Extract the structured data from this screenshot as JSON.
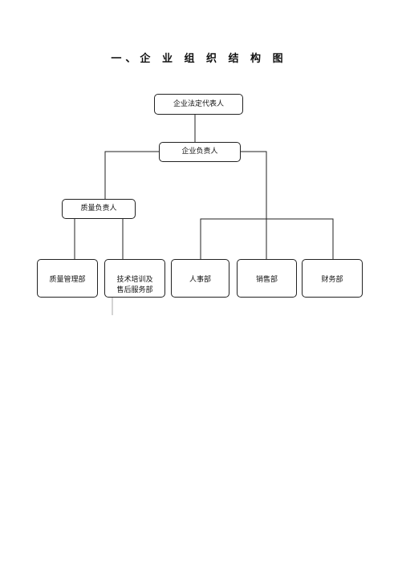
{
  "title": "一、企 业 组 织 结 构 图",
  "nodes": {
    "legal_rep": "企业法定代表人",
    "manager": "企业负责人",
    "quality_head": "质量负责人",
    "quality_dept": "质量管理部",
    "tech_service_dept": "技术培训及\n售后服务部",
    "hr_dept": "人事部",
    "sales_dept": "销售部",
    "finance_dept": "财务部"
  }
}
